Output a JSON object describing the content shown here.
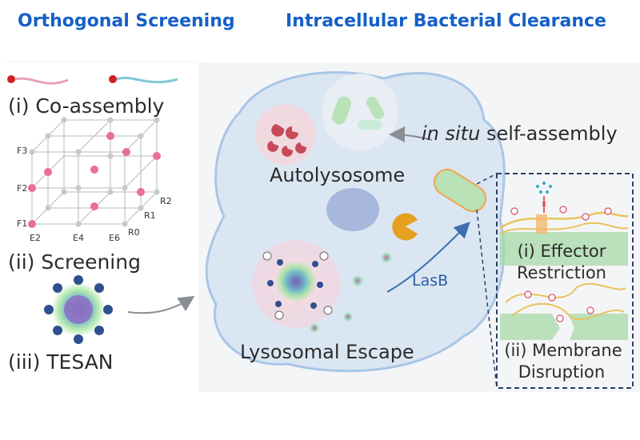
{
  "header": {
    "left_title": "Orthogonal Screening",
    "right_title": "Intracellular Bacterial Clearance"
  },
  "left_panel": {
    "step1": "(i) Co-assembly",
    "step2": "(ii) Screening",
    "step3": "(iii) TESAN",
    "axes": {
      "f3": "F3",
      "f2": "F2",
      "f1": "F1",
      "e2": "E2",
      "e4": "E4",
      "e6": "E6",
      "r0": "R0",
      "r1": "R1",
      "r2": "R2"
    }
  },
  "right_panel": {
    "autolysosome": "Autolysosome",
    "lysosomal_escape": "Lysosomal Escape",
    "lasb": "LasB",
    "in_situ_italic": "in situ",
    "in_situ_rest": " self-assembly",
    "effector_line1": "(i) Effector",
    "effector_line2": "Restriction",
    "membrane_line1": "(ii) Membrane",
    "membrane_line2": "Disruption"
  },
  "colors": {
    "header_blue": "#1560c8",
    "lasb_blue": "#2a5fa6",
    "cell_fill": "#dbe6f3",
    "cell_edge": "#a9c6e6",
    "nucleus": "#a7b8dc",
    "pink": "#e98aa6",
    "bacteria_green": "#b9e2b6",
    "pacman_orange": "#e6a11e",
    "fiber_yellow": "#e8c35c"
  }
}
